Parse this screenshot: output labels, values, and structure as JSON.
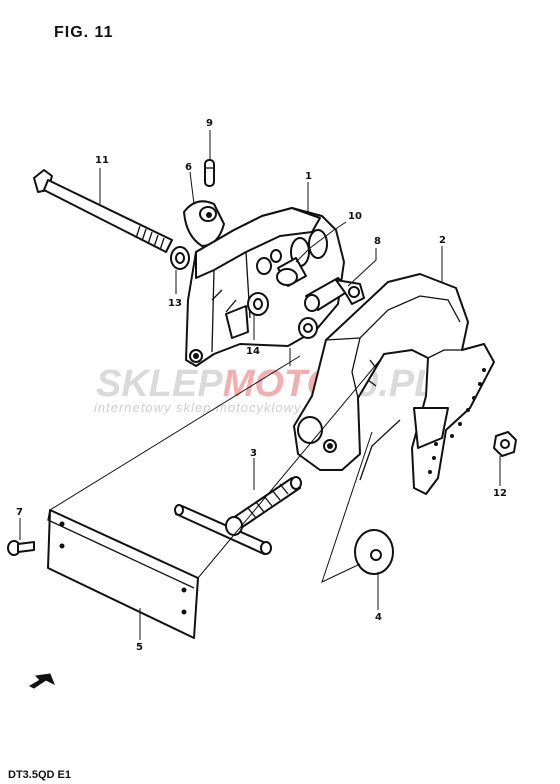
{
  "figure": {
    "title": "FIG. 11",
    "model_code": "DT3.5QD E1"
  },
  "watermark": {
    "brand_part1": "SKLEP",
    "brand_part2": "MOTO",
    "brand_part3": "20.PL",
    "tagline": "internetowy sklep motocyklowy",
    "colors": {
      "gray": "#d6d6d6",
      "accent": "#f2a7a7"
    }
  },
  "callouts": [
    {
      "id": "1",
      "label": "1"
    },
    {
      "id": "2",
      "label": "2"
    },
    {
      "id": "3",
      "label": "3"
    },
    {
      "id": "4",
      "label": "4"
    },
    {
      "id": "5",
      "label": "5"
    },
    {
      "id": "6",
      "label": "6"
    },
    {
      "id": "7",
      "label": "7"
    },
    {
      "id": "8",
      "label": "8"
    },
    {
      "id": "9",
      "label": "9"
    },
    {
      "id": "10",
      "label": "10"
    },
    {
      "id": "11",
      "label": "11"
    },
    {
      "id": "12",
      "label": "12"
    },
    {
      "id": "13",
      "label": "13"
    },
    {
      "id": "14",
      "label": "14"
    }
  ]
}
